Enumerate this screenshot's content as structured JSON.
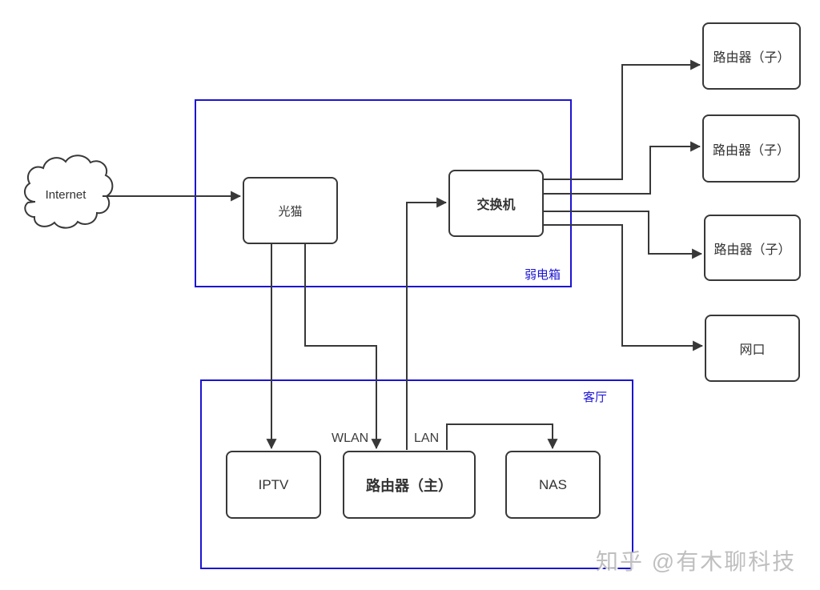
{
  "internet_label": "Internet",
  "regions": {
    "weak_current": "弱电箱",
    "living_room": "客厅"
  },
  "nodes": {
    "modem": "光猫",
    "switch": "交换机",
    "iptv": "IPTV",
    "router_main": "路由器（主）",
    "nas": "NAS",
    "router_sub": "路由器（子）",
    "wall_port": "网口"
  },
  "edge_labels": {
    "wlan": "WLAN",
    "lan": "LAN"
  },
  "watermark": "知乎 @有木聊科技",
  "colors": {
    "region_blue": "#1b14d2",
    "line": "#383838",
    "node_border": "#383838",
    "text": "#333333",
    "watermark_gray": "#aaaaaa"
  }
}
